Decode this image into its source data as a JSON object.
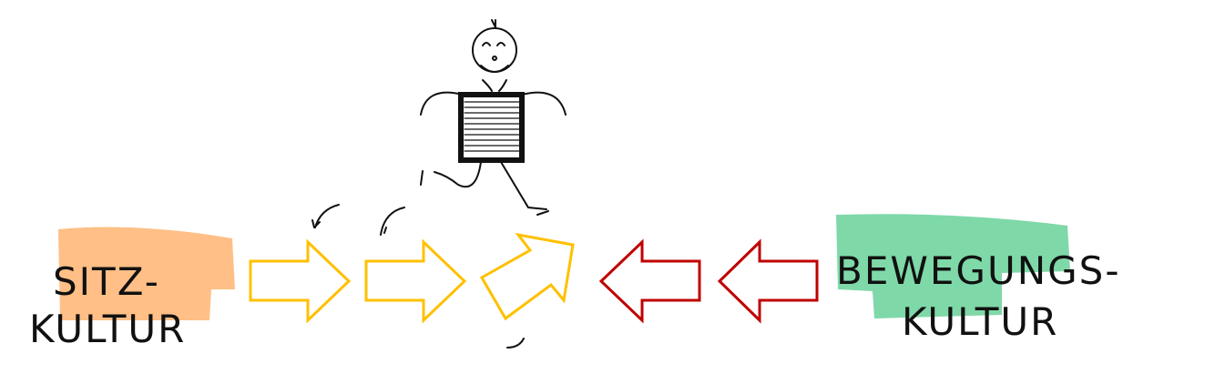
{
  "left_label": {
    "line1": "SITZ-",
    "line2": "KULTUR"
  },
  "right_label": {
    "line1": "BEWEGUNGS-",
    "line2": "KULTUR"
  },
  "colors": {
    "left_highlight": "#FFBF86",
    "right_highlight": "#7FD8A8",
    "forward_arrows": "#FFC000",
    "backward_arrows": "#C00000",
    "ink": "#111111"
  },
  "figure": {
    "icon": "running-person-icon"
  }
}
